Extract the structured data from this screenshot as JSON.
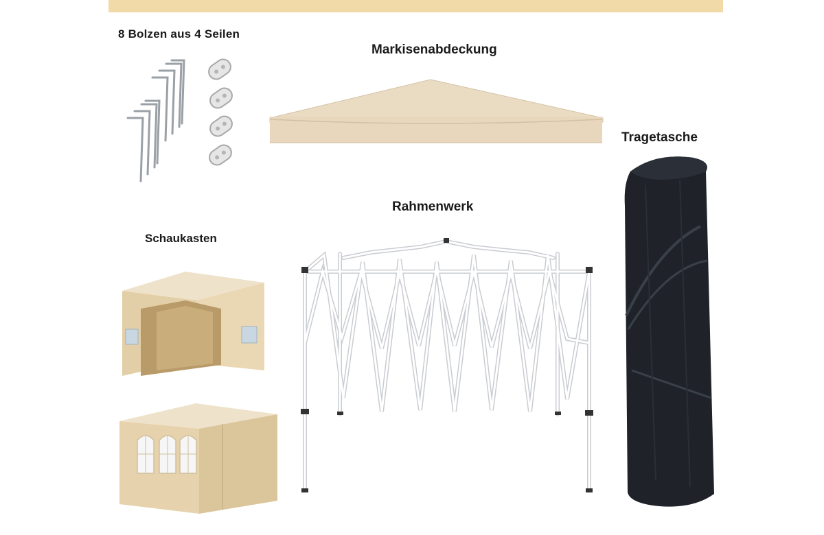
{
  "labels": {
    "bolts": "8 Bolzen aus 4 Seilen",
    "canopy": "Markisenabdeckung",
    "bag": "Tragetasche",
    "frame": "Rahmenwerk",
    "showcase": "Schaukasten"
  },
  "colors": {
    "band": "#f2d9a8",
    "canvas": "#ecdcc2",
    "bag": "#1f2329",
    "frame": "#ffffff"
  }
}
